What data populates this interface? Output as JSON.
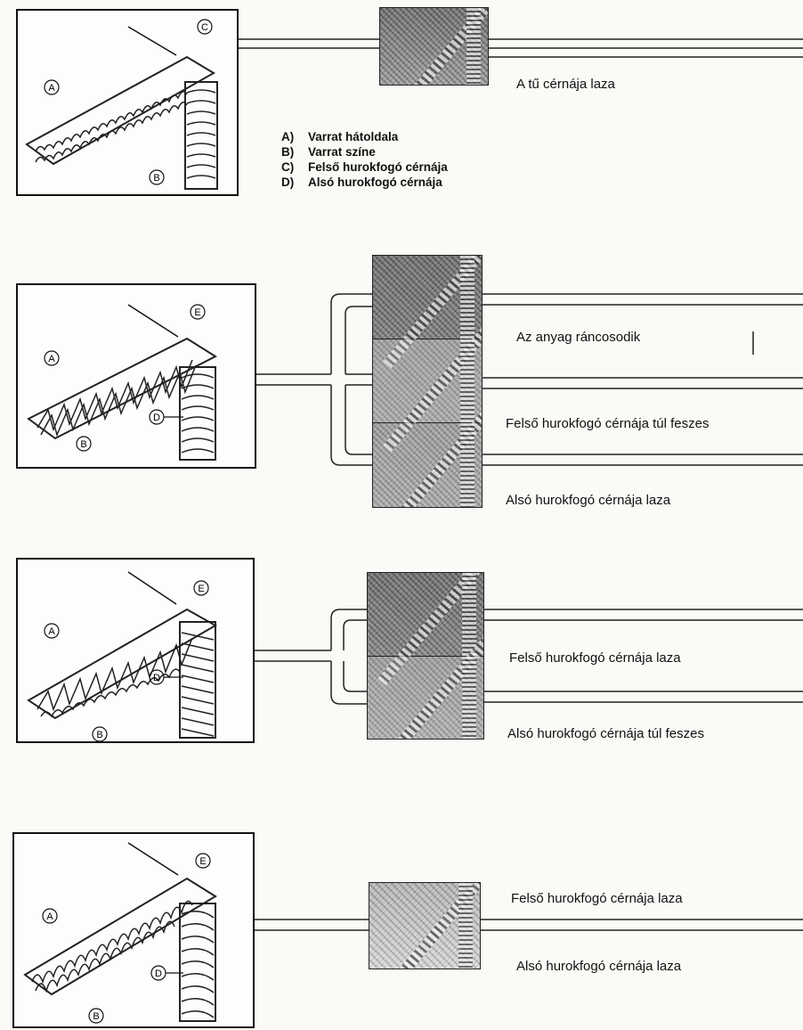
{
  "diagram1": {
    "letters": {
      "a": "A",
      "b": "B",
      "c": "C"
    },
    "caption": "A tű cérnája laza",
    "legend": [
      {
        "key": "A)",
        "text": "Varrat hátoldala"
      },
      {
        "key": "B)",
        "text": "Varrat színe"
      },
      {
        "key": "C)",
        "text": "Felső hurokfogó cérnája"
      },
      {
        "key": "D)",
        "text": "Alsó hurokfogó cérnája"
      }
    ]
  },
  "diagram2": {
    "letters": {
      "a": "A",
      "b": "B",
      "d": "D",
      "e": "E"
    },
    "captions": [
      "Az anyag ráncosodik",
      "Felső hurokfogó cérnája túl feszes",
      "Alsó hurokfogó cérnája laza"
    ]
  },
  "diagram3": {
    "letters": {
      "a": "A",
      "b": "B",
      "d": "D",
      "e": "E"
    },
    "captions": [
      "Felső hurokfogó cérnája laza",
      "Alsó hurokfogó cérnája túl feszes"
    ]
  },
  "diagram4": {
    "letters": {
      "a": "A",
      "b": "B",
      "d": "D",
      "e": "E"
    },
    "captions": [
      "Felső hurokfogó cérnája laza",
      "Alsó hurokfogó cérnája laza"
    ]
  }
}
